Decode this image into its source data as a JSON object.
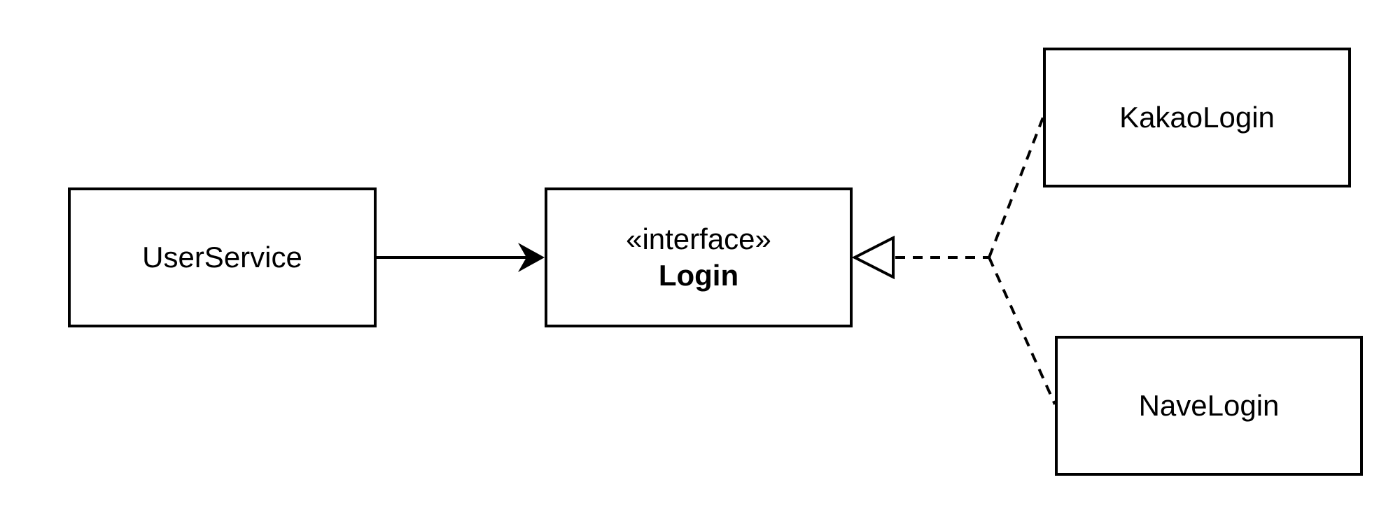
{
  "nodes": {
    "user_service": {
      "label": "UserService"
    },
    "login": {
      "stereotype": "«interface»",
      "label": "Login"
    },
    "kakao": {
      "label": "KakaoLogin"
    },
    "nave": {
      "label": "NaveLogin"
    }
  },
  "edges": [
    {
      "type": "directed-association",
      "from": "UserService",
      "to": "Login",
      "line_style": "solid",
      "arrowhead": "filled-arrow"
    },
    {
      "type": "realization",
      "from": "KakaoLogin",
      "to": "Login",
      "line_style": "dashed",
      "arrowhead": "hollow-triangle"
    },
    {
      "type": "realization",
      "from": "NaveLogin",
      "to": "Login",
      "line_style": "dashed",
      "arrowhead": "hollow-triangle"
    }
  ],
  "colors": {
    "background": "#ffffff",
    "stroke": "#000000",
    "text": "#000000",
    "node_fill": "#ffffff"
  }
}
